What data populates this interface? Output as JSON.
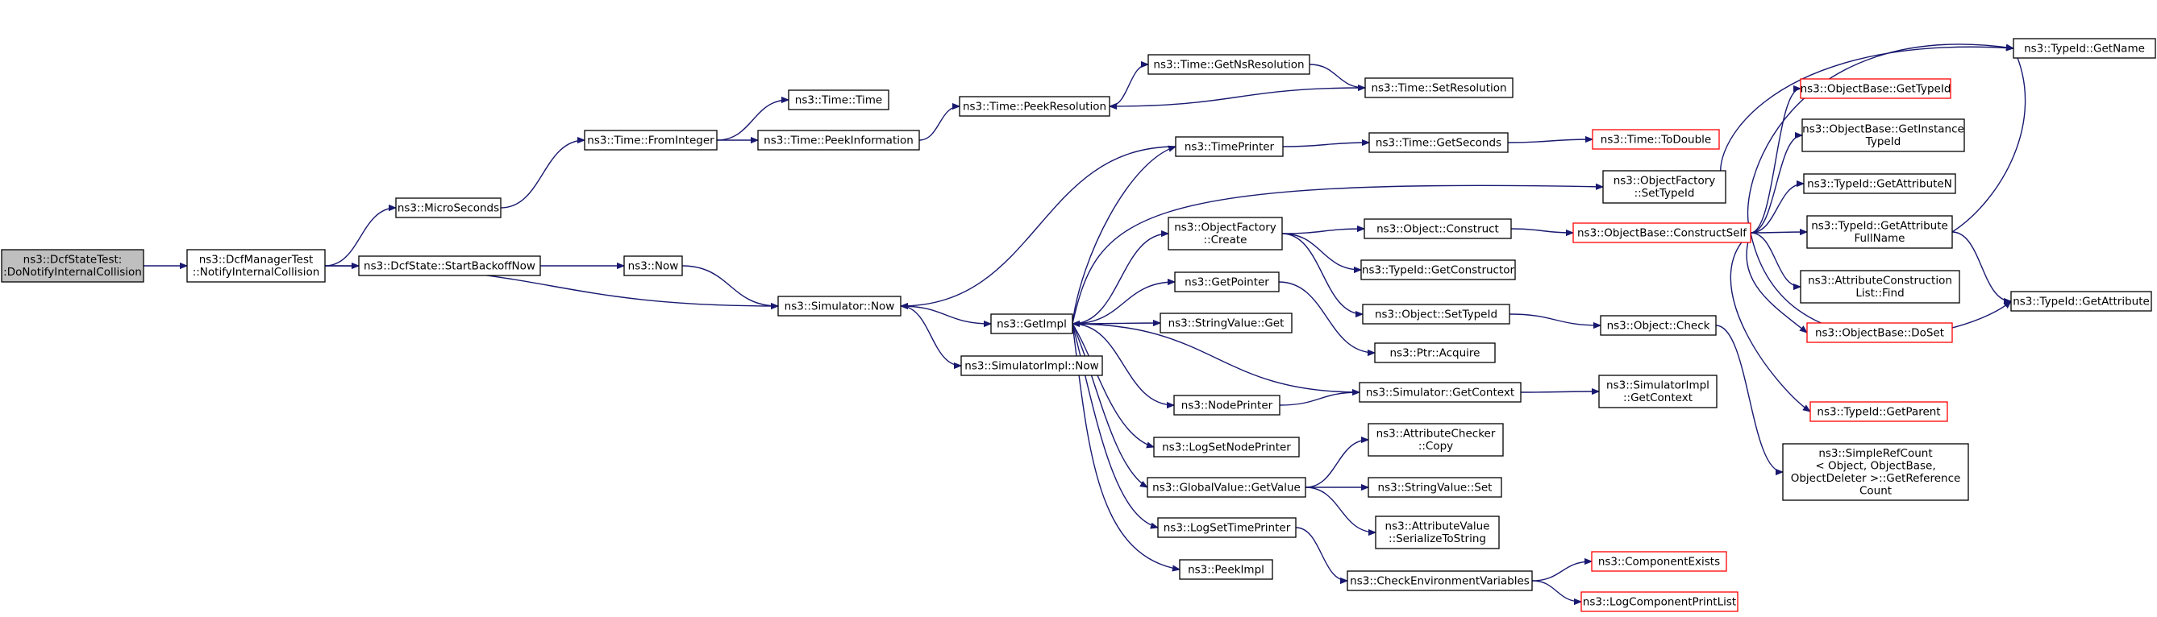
{
  "colors": {
    "edge": "#191970",
    "root_fill": "#bfbfbf",
    "missing_border": "#ff0000",
    "node_border": "#000000"
  },
  "nodes": [
    {
      "id": "root",
      "lines": [
        "ns3::DcfStateTest:",
        ":DoNotifyInternalCollision"
      ],
      "style": "root"
    },
    {
      "id": "notifyIC",
      "lines": [
        "ns3::DcfManagerTest",
        "::NotifyInternalCollision"
      ]
    },
    {
      "id": "microSeconds",
      "lines": [
        "ns3::MicroSeconds"
      ]
    },
    {
      "id": "startBackoff",
      "lines": [
        "ns3::DcfState::StartBackoffNow"
      ]
    },
    {
      "id": "timeFromInteger",
      "lines": [
        "ns3::Time::FromInteger"
      ]
    },
    {
      "id": "now",
      "lines": [
        "ns3::Now"
      ]
    },
    {
      "id": "timeTime",
      "lines": [
        "ns3::Time::Time"
      ]
    },
    {
      "id": "peekInformation",
      "lines": [
        "ns3::Time::PeekInformation"
      ]
    },
    {
      "id": "simulatorNow",
      "lines": [
        "ns3::Simulator::Now"
      ]
    },
    {
      "id": "peekResolution",
      "lines": [
        "ns3::Time::PeekResolution"
      ]
    },
    {
      "id": "getNsResolution",
      "lines": [
        "ns3::Time::GetNsResolution"
      ]
    },
    {
      "id": "setResolution",
      "lines": [
        "ns3::Time::SetResolution"
      ]
    },
    {
      "id": "getImpl",
      "lines": [
        "ns3::GetImpl"
      ]
    },
    {
      "id": "simulatorImplNow",
      "lines": [
        "ns3::SimulatorImpl::Now"
      ]
    },
    {
      "id": "timePrinter",
      "lines": [
        "ns3::TimePrinter"
      ]
    },
    {
      "id": "timeGetSeconds",
      "lines": [
        "ns3::Time::GetSeconds"
      ]
    },
    {
      "id": "toDouble",
      "lines": [
        "ns3::Time::ToDouble"
      ],
      "style": "missing"
    },
    {
      "id": "ofSetTypeId",
      "lines": [
        "ns3::ObjectFactory",
        "::SetTypeId"
      ]
    },
    {
      "id": "ofCreate",
      "lines": [
        "ns3::ObjectFactory",
        "::Create"
      ]
    },
    {
      "id": "objConstruct",
      "lines": [
        "ns3::Object::Construct"
      ]
    },
    {
      "id": "getConstructor",
      "lines": [
        "ns3::TypeId::GetConstructor"
      ]
    },
    {
      "id": "constructSelf",
      "lines": [
        "ns3::ObjectBase::ConstructSelf"
      ],
      "style": "missing"
    },
    {
      "id": "getName",
      "lines": [
        "ns3::TypeId::GetName"
      ]
    },
    {
      "id": "obGetTypeId",
      "lines": [
        "ns3::ObjectBase::GetTypeId"
      ],
      "style": "missing"
    },
    {
      "id": "obGetInstanceTypeId",
      "lines": [
        "ns3::ObjectBase::GetInstance",
        "TypeId"
      ]
    },
    {
      "id": "getAttributeN",
      "lines": [
        "ns3::TypeId::GetAttributeN"
      ]
    },
    {
      "id": "getAttributeFullName",
      "lines": [
        "ns3::TypeId::GetAttribute",
        "FullName"
      ]
    },
    {
      "id": "getAttribute",
      "lines": [
        "ns3::TypeId::GetAttribute"
      ]
    },
    {
      "id": "acListFind",
      "lines": [
        "ns3::AttributeConstruction",
        "List::Find"
      ]
    },
    {
      "id": "doSet",
      "lines": [
        "ns3::ObjectBase::DoSet"
      ],
      "style": "missing"
    },
    {
      "id": "getParent",
      "lines": [
        "ns3::TypeId::GetParent"
      ],
      "style": "missing"
    },
    {
      "id": "getPointer",
      "lines": [
        "ns3::GetPointer"
      ]
    },
    {
      "id": "stringValueGet",
      "lines": [
        "ns3::StringValue::Get"
      ]
    },
    {
      "id": "objSetTypeId",
      "lines": [
        "ns3::Object::SetTypeId"
      ]
    },
    {
      "id": "ptrAcquire",
      "lines": [
        "ns3::Ptr::Acquire"
      ]
    },
    {
      "id": "objCheck",
      "lines": [
        "ns3::Object::Check"
      ]
    },
    {
      "id": "simGetContext",
      "lines": [
        "ns3::Simulator::GetContext"
      ]
    },
    {
      "id": "simImplGetContext",
      "lines": [
        "ns3::SimulatorImpl",
        "::GetContext"
      ]
    },
    {
      "id": "nodePrinter",
      "lines": [
        "ns3::NodePrinter"
      ]
    },
    {
      "id": "logSetNodePrinter",
      "lines": [
        "ns3::LogSetNodePrinter"
      ]
    },
    {
      "id": "globalValueGetValue",
      "lines": [
        "ns3::GlobalValue::GetValue"
      ]
    },
    {
      "id": "attrCheckerCopy",
      "lines": [
        "ns3::AttributeChecker",
        "::Copy"
      ]
    },
    {
      "id": "stringValueSet",
      "lines": [
        "ns3::StringValue::Set"
      ]
    },
    {
      "id": "attrValueSerialize",
      "lines": [
        "ns3::AttributeValue",
        "::SerializeToString"
      ]
    },
    {
      "id": "simpleRefCount",
      "lines": [
        "ns3::SimpleRefCount",
        "< Object, ObjectBase,",
        " ObjectDeleter >::GetReference",
        "Count"
      ]
    },
    {
      "id": "logSetTimePrinter",
      "lines": [
        "ns3::LogSetTimePrinter"
      ]
    },
    {
      "id": "checkEnvVars",
      "lines": [
        "ns3::CheckEnvironmentVariables"
      ]
    },
    {
      "id": "peekImpl",
      "lines": [
        "ns3::PeekImpl"
      ]
    },
    {
      "id": "componentExists",
      "lines": [
        "ns3::ComponentExists"
      ],
      "style": "missing"
    },
    {
      "id": "logComponentPrintList",
      "lines": [
        "ns3::LogComponentPrintList"
      ],
      "style": "missing"
    }
  ],
  "edges": [
    [
      "root",
      "notifyIC"
    ],
    [
      "notifyIC",
      "microSeconds"
    ],
    [
      "notifyIC",
      "startBackoff"
    ],
    [
      "notifyIC",
      "simulatorNow"
    ],
    [
      "microSeconds",
      "timeFromInteger"
    ],
    [
      "timeFromInteger",
      "timeTime"
    ],
    [
      "timeFromInteger",
      "peekInformation"
    ],
    [
      "peekInformation",
      "peekResolution"
    ],
    [
      "peekResolution",
      "getNsResolution"
    ],
    [
      "getNsResolution",
      "setResolution"
    ],
    [
      "setResolution",
      "peekResolution"
    ],
    [
      "startBackoff",
      "now"
    ],
    [
      "now",
      "simulatorNow"
    ],
    [
      "simulatorNow",
      "getImpl"
    ],
    [
      "simulatorNow",
      "simulatorImplNow"
    ],
    [
      "timePrinter",
      "simulatorNow"
    ],
    [
      "timePrinter",
      "timeGetSeconds"
    ],
    [
      "timeGetSeconds",
      "toDouble"
    ],
    [
      "getImpl",
      "timePrinter"
    ],
    [
      "getImpl",
      "ofSetTypeId"
    ],
    [
      "getImpl",
      "ofCreate"
    ],
    [
      "getImpl",
      "getPointer"
    ],
    [
      "getImpl",
      "stringValueGet"
    ],
    [
      "getImpl",
      "nodePrinter"
    ],
    [
      "getImpl",
      "logSetNodePrinter"
    ],
    [
      "getImpl",
      "globalValueGetValue"
    ],
    [
      "getImpl",
      "logSetTimePrinter"
    ],
    [
      "getImpl",
      "peekImpl"
    ],
    [
      "simGetContext",
      "getImpl"
    ],
    [
      "ofSetTypeId",
      "getName"
    ],
    [
      "ofCreate",
      "objConstruct"
    ],
    [
      "ofCreate",
      "getConstructor"
    ],
    [
      "ofCreate",
      "objSetTypeId"
    ],
    [
      "objConstruct",
      "constructSelf"
    ],
    [
      "constructSelf",
      "getName"
    ],
    [
      "constructSelf",
      "obGetTypeId"
    ],
    [
      "constructSelf",
      "obGetInstanceTypeId"
    ],
    [
      "constructSelf",
      "getAttributeN"
    ],
    [
      "constructSelf",
      "getAttributeFullName"
    ],
    [
      "constructSelf",
      "getAttribute"
    ],
    [
      "constructSelf",
      "acListFind"
    ],
    [
      "constructSelf",
      "doSet"
    ],
    [
      "constructSelf",
      "getParent"
    ],
    [
      "getAttributeFullName",
      "getName"
    ],
    [
      "getAttributeFullName",
      "getAttribute"
    ],
    [
      "getPointer",
      "ptrAcquire"
    ],
    [
      "objSetTypeId",
      "objCheck"
    ],
    [
      "objCheck",
      "simpleRefCount"
    ],
    [
      "simGetContext",
      "simImplGetContext"
    ],
    [
      "nodePrinter",
      "simGetContext"
    ],
    [
      "globalValueGetValue",
      "attrCheckerCopy"
    ],
    [
      "globalValueGetValue",
      "stringValueSet"
    ],
    [
      "globalValueGetValue",
      "attrValueSerialize"
    ],
    [
      "logSetTimePrinter",
      "checkEnvVars"
    ],
    [
      "checkEnvVars",
      "componentExists"
    ],
    [
      "checkEnvVars",
      "logComponentPrintList"
    ]
  ]
}
